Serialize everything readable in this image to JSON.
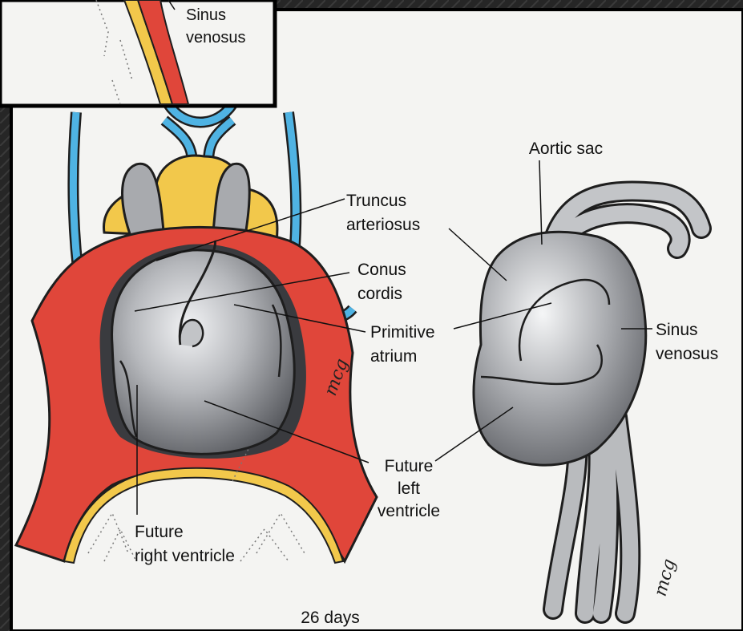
{
  "inset": {
    "label_line1": "Sinus",
    "label_line2": "venosus"
  },
  "front_view": {
    "truncus_line1": "Truncus",
    "truncus_line2": "arteriosus",
    "conus_line1": "Conus",
    "conus_line2": "cordis",
    "atrium_line1": "Primitive",
    "atrium_line2": "atrium",
    "left_vent_line1": "Future",
    "left_vent_line2": "left",
    "left_vent_line3": "ventricle",
    "right_vent_line1": "Future",
    "right_vent_line2": "right ventricle",
    "caption": "26 days",
    "signature": "mcg"
  },
  "side_view": {
    "aortic_sac": "Aortic sac",
    "sinus_line1": "Sinus",
    "sinus_line2": "venosus",
    "signature": "mcg"
  },
  "colors": {
    "background": "#1a1a1a",
    "panel": "#f4f4f2",
    "vessel_blue": "#4fb3e3",
    "pericardium_red": "#e0463a",
    "yellow": "#f2c84b",
    "heart_gray": "#a7a9ad"
  }
}
